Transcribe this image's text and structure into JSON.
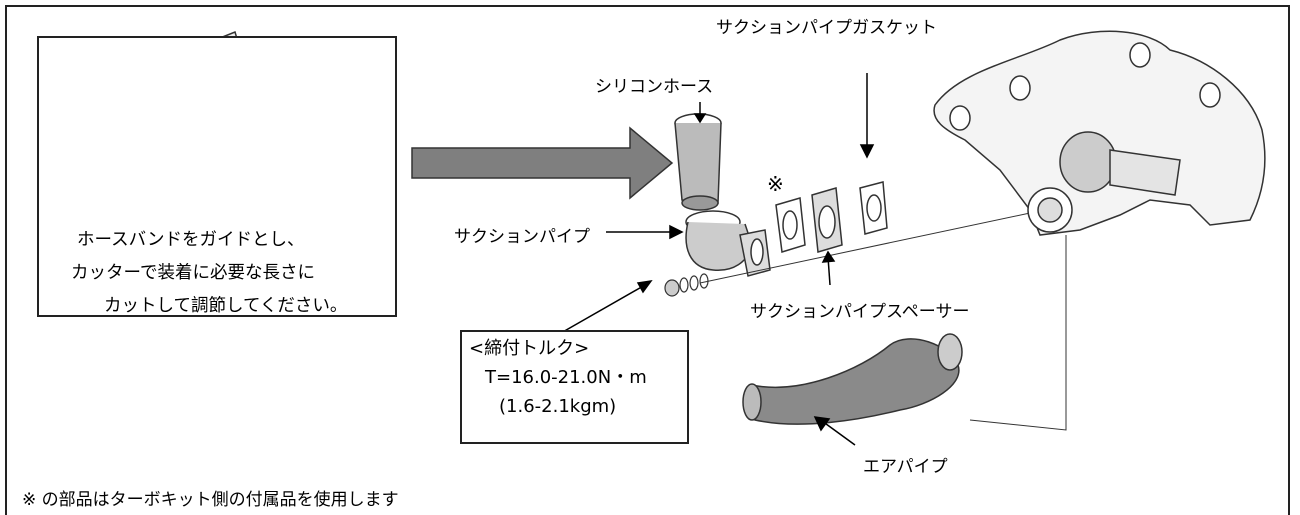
{
  "inset": {
    "line1": "ホースバンドをガイドとし、",
    "line2": "カッターで装着に必要な長さに",
    "line3": "カットして調節してください。"
  },
  "labels": {
    "silicon_hose": "シリコンホース",
    "gasket": "サクションパイプガスケット",
    "suction_pipe": "サクションパイプ",
    "spacer": "サクションパイプスペーサー",
    "air_pipe": "エアパイプ",
    "mark": "※"
  },
  "torque": {
    "heading": "<締付トルク>",
    "value": "T=16.0-21.0N・m",
    "alt": "(1.6-2.1kgm)"
  },
  "footnote": "※ の部品はターボキット側の付属品を使用します"
}
